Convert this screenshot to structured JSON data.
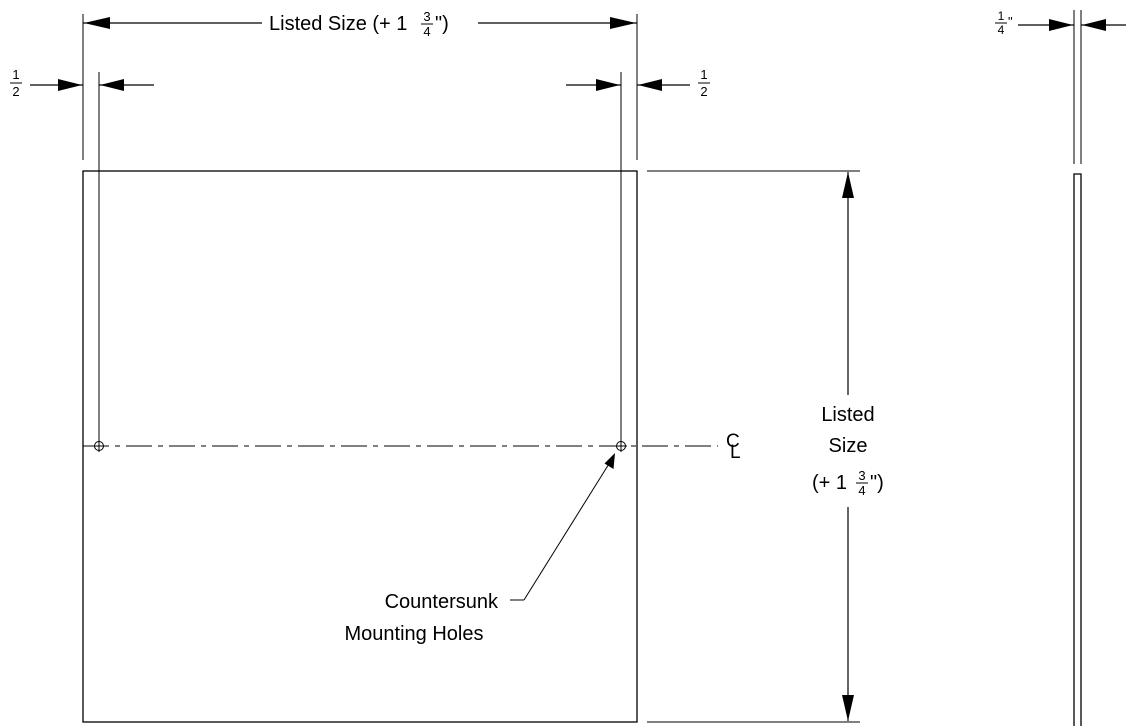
{
  "top_dimension": {
    "label_prefix": "Listed Size (+ 1",
    "frac_num": "3",
    "frac_den": "4",
    "label_suffix": "\")"
  },
  "edge_offset_left": {
    "frac_num": "1",
    "frac_den": "2"
  },
  "edge_offset_right": {
    "frac_num": "1",
    "frac_den": "2"
  },
  "thickness": {
    "frac_num": "1",
    "frac_den": "4",
    "suffix": "\""
  },
  "side_dimension": {
    "line1": "Listed",
    "line2": "Size",
    "line3_prefix": "(+ 1",
    "frac_num": "3",
    "frac_den": "4",
    "line3_suffix": "\")"
  },
  "centerline": {
    "c": "C",
    "l": "L"
  },
  "callout": {
    "line1": "Countersunk",
    "line2": "Mounting Holes"
  }
}
